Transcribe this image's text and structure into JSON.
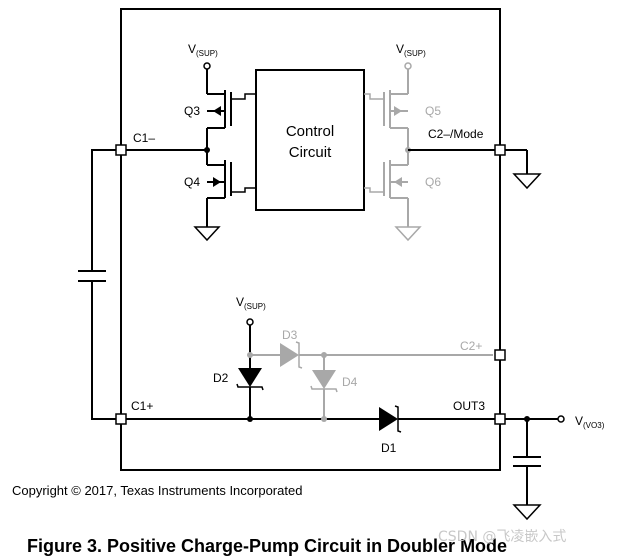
{
  "labels": {
    "vsup_left": "V",
    "vsup_left_sub": "(SUP)",
    "vsup_right": "V",
    "vsup_right_sub": "(SUP)",
    "vsup_mid": "V",
    "vsup_mid_sub": "(SUP)",
    "q3": "Q3",
    "q4": "Q4",
    "q5": "Q5",
    "q6": "Q6",
    "control_line1": "Control",
    "control_line2": "Circuit",
    "c1_minus": "C1–",
    "c2_minus_mode": "C2–/Mode",
    "c1_plus": "C1+",
    "c2_plus": "C2+",
    "out3": "OUT3",
    "vvo3": "V",
    "vvo3_sub": "(VO3)",
    "d1": "D1",
    "d2": "D2",
    "d3": "D3",
    "d4": "D4"
  },
  "copyright": "Copyright © 2017, Texas Instruments Incorporated",
  "caption": "Figure 3. Positive Charge-Pump Circuit in Doubler Mode",
  "watermark": "CSDN @飞凌嵌入式",
  "colors": {
    "active": "#000000",
    "inactive": "#a8a8a8"
  }
}
